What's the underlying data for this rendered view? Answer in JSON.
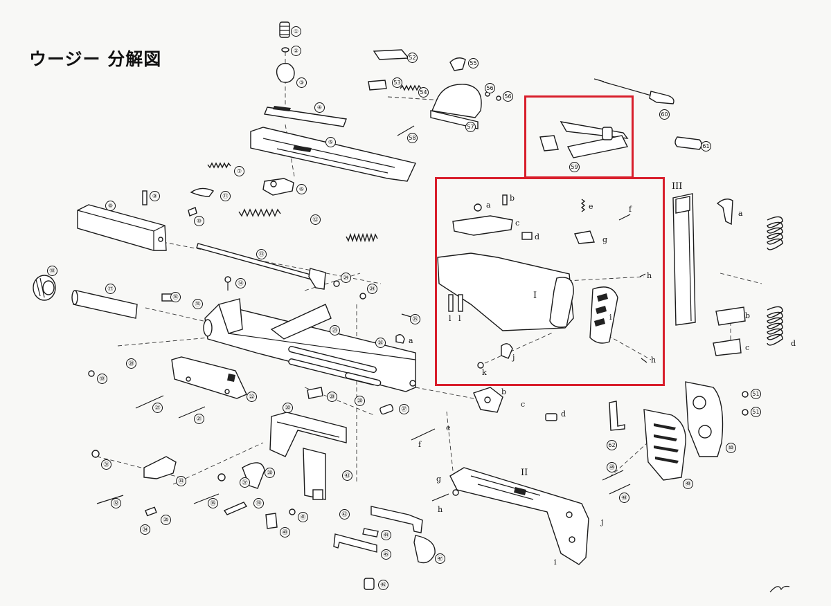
{
  "title": "ウージー 分解図",
  "highlight_color": "#d81e2b",
  "highlights": [
    {
      "name": "sling-highlight"
    },
    {
      "name": "wooden-stock-highlight"
    }
  ],
  "part_numbers": [
    "①",
    "②",
    "③",
    "④",
    "⑤",
    "⑥",
    "⑦",
    "⑧",
    "⑨",
    "⑩",
    "⑪",
    "⑫",
    "⑬",
    "⑭",
    "⑮",
    "⑯",
    "⑰",
    "⑱",
    "⑲",
    "⑳",
    "㉑",
    "㉒",
    "㉓",
    "㉔",
    "㉕",
    "㉖",
    "㉗",
    "㉘",
    "㉙",
    "㉚",
    "㉛",
    "㉜",
    "㉝",
    "㉞",
    "㉟",
    "㊱",
    "㊲",
    "㊳",
    "㊴",
    "㊵",
    "㊶",
    "㊷",
    "㊸",
    "㊹",
    "㊺",
    "㊻",
    "㊼",
    "㊽",
    "㊾",
    "㊿",
    "51",
    "52",
    "53",
    "54",
    "55",
    "56",
    "57",
    "58",
    "59",
    "60",
    "61",
    "62"
  ],
  "stock_letters": [
    "a",
    "b",
    "c",
    "d",
    "e",
    "f",
    "g",
    "h",
    "i",
    "j",
    "k",
    "l"
  ],
  "assemblies": [
    "I",
    "II",
    "III"
  ]
}
